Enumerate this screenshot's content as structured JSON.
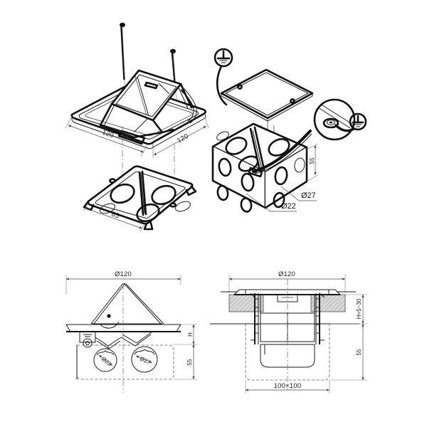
{
  "drawing": {
    "title": "Floor Socket Box Technical Drawing",
    "background_color": "#ffffff",
    "line_color": "#1a1a1a",
    "dimension_color": "#4a4a4a",
    "views": [
      {
        "id": "iso-lid-assembly",
        "name": "Isometric exploded view of hinged lid and frame",
        "position": "top-left"
      },
      {
        "id": "iso-mounting-bracket",
        "name": "Isometric view of mounting bracket / trim ring",
        "position": "middle-left"
      },
      {
        "id": "iso-junction-box",
        "name": "Isometric exploded view of junction box with cover plate and earth lead",
        "position": "top-right"
      },
      {
        "id": "detail-earth-screw",
        "name": "Circular detail of earthing screw connection",
        "position": "right"
      },
      {
        "id": "section-front-left",
        "name": "Front sectional elevation of open lid with knockouts",
        "position": "bottom-left"
      },
      {
        "id": "section-front-right",
        "name": "Front sectional elevation of installed box in floor",
        "position": "bottom-right"
      }
    ]
  },
  "dimensions": {
    "iso_lid_width": "120",
    "iso_lid_depth": "120",
    "iso_bracket_width": "85",
    "iso_box_height": "55",
    "knockout_large": "Ø27",
    "knockout_small": "Ø22",
    "front_left_diameter": "Ø120",
    "front_left_lid_gap": "H",
    "front_left_depth": "55",
    "front_left_knockout_small": "Ø22",
    "front_left_knockout_large": "Ø27",
    "front_right_diameter": "Ø120",
    "front_right_floor_thickness": "H=5~30",
    "front_right_depth": "55",
    "front_right_box_size": "100×100"
  },
  "symbols": {
    "earth_top": "earth-ground-symbol",
    "earth_detail": "earth-ground-symbol",
    "screw_left": "mounting-screw",
    "screw_right": "mounting-screw"
  }
}
